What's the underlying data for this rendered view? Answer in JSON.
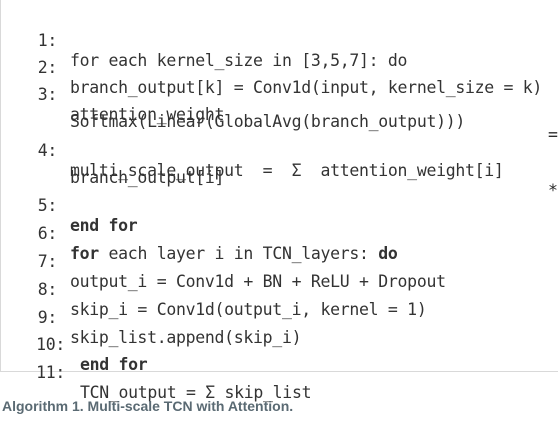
{
  "algorithm": {
    "lines": [
      {
        "num": "1:",
        "text": "for each kernel_size in [3,5,7]: do"
      },
      {
        "num": "2:",
        "text": "branch_output[k] = Conv1d(input, kernel_size = k)"
      },
      {
        "num": "3:",
        "text": "attention_weight",
        "trail": "="
      },
      {
        "num": "",
        "text": "Softmax(Linear(GlobalAvg(branch_output)))"
      },
      {
        "num": "4:",
        "text": "multi_scale_output  =  Σ  attention_weight[i]",
        "trail": "*"
      },
      {
        "num": "",
        "text": "branch_output[i]"
      },
      {
        "num": "5:",
        "kw": "end for"
      },
      {
        "num": "6:",
        "kw": "for",
        "text": " each layer i in TCN_layers: ",
        "kw2": "do"
      },
      {
        "num": "7:",
        "text": "output_i = Conv1d + BN + ReLU + Dropout"
      },
      {
        "num": "8:",
        "text": "skip_i = Conv1d(output_i, kernel = 1)"
      },
      {
        "num": "9:",
        "text": "skip_list.append(skip_i)"
      },
      {
        "num": "10:",
        "kw": "end for"
      },
      {
        "num": "11:",
        "text": "TCN_output = Σ skip_list"
      }
    ]
  },
  "caption": "Algorithm 1. Multi-scale TCN with Attention."
}
